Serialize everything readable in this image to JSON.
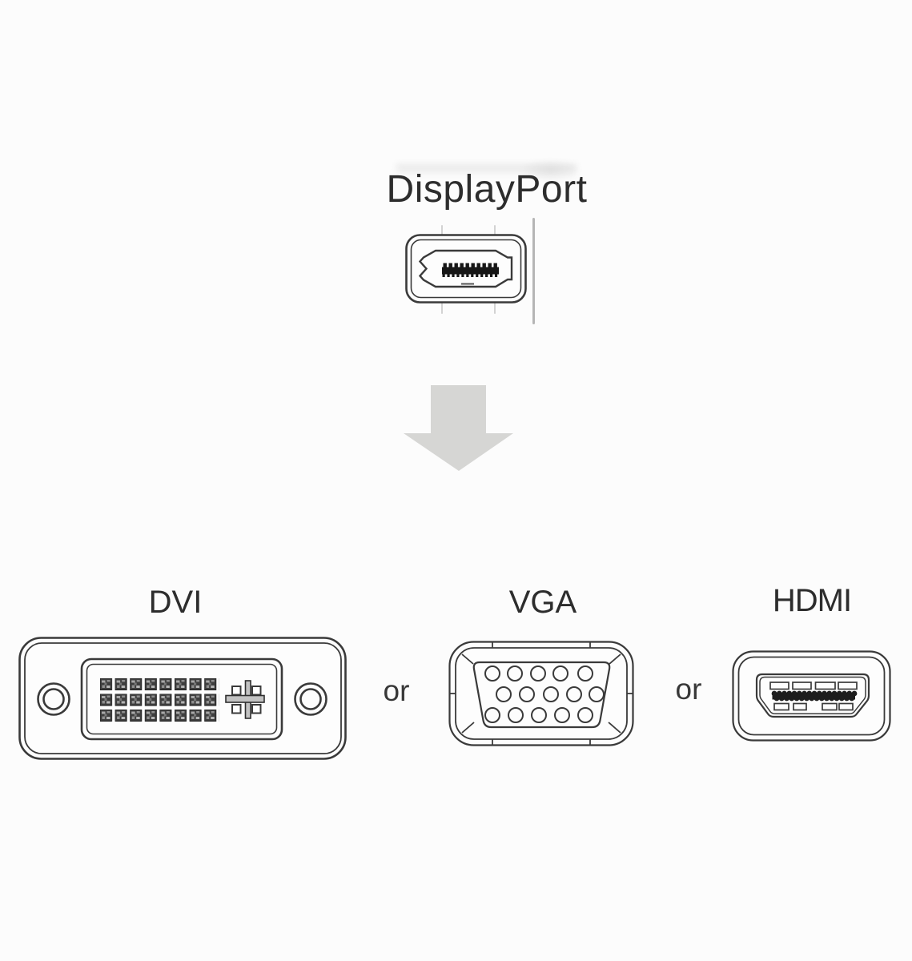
{
  "page": {
    "colors": {
      "background": "#fcfcfc",
      "line_ink": "#3a3a3a",
      "text": "#2d2d2d",
      "arrow_gray": "#d6d6d4",
      "pin_dark": "#1d1d1d",
      "shell_fill": "#fdfdfd"
    },
    "icons": {
      "source": "displayport-connector-icon",
      "flow": "down-arrow-icon",
      "targets": [
        "dvi-connector-icon",
        "vga-connector-icon",
        "hdmi-connector-icon"
      ]
    }
  },
  "source": {
    "title": "DisplayPort"
  },
  "targets": {
    "items": [
      {
        "label": "DVI"
      },
      {
        "label": "VGA"
      },
      {
        "label": "HDMI"
      }
    ],
    "separators": [
      {
        "label": "or"
      },
      {
        "label": "or"
      }
    ]
  }
}
